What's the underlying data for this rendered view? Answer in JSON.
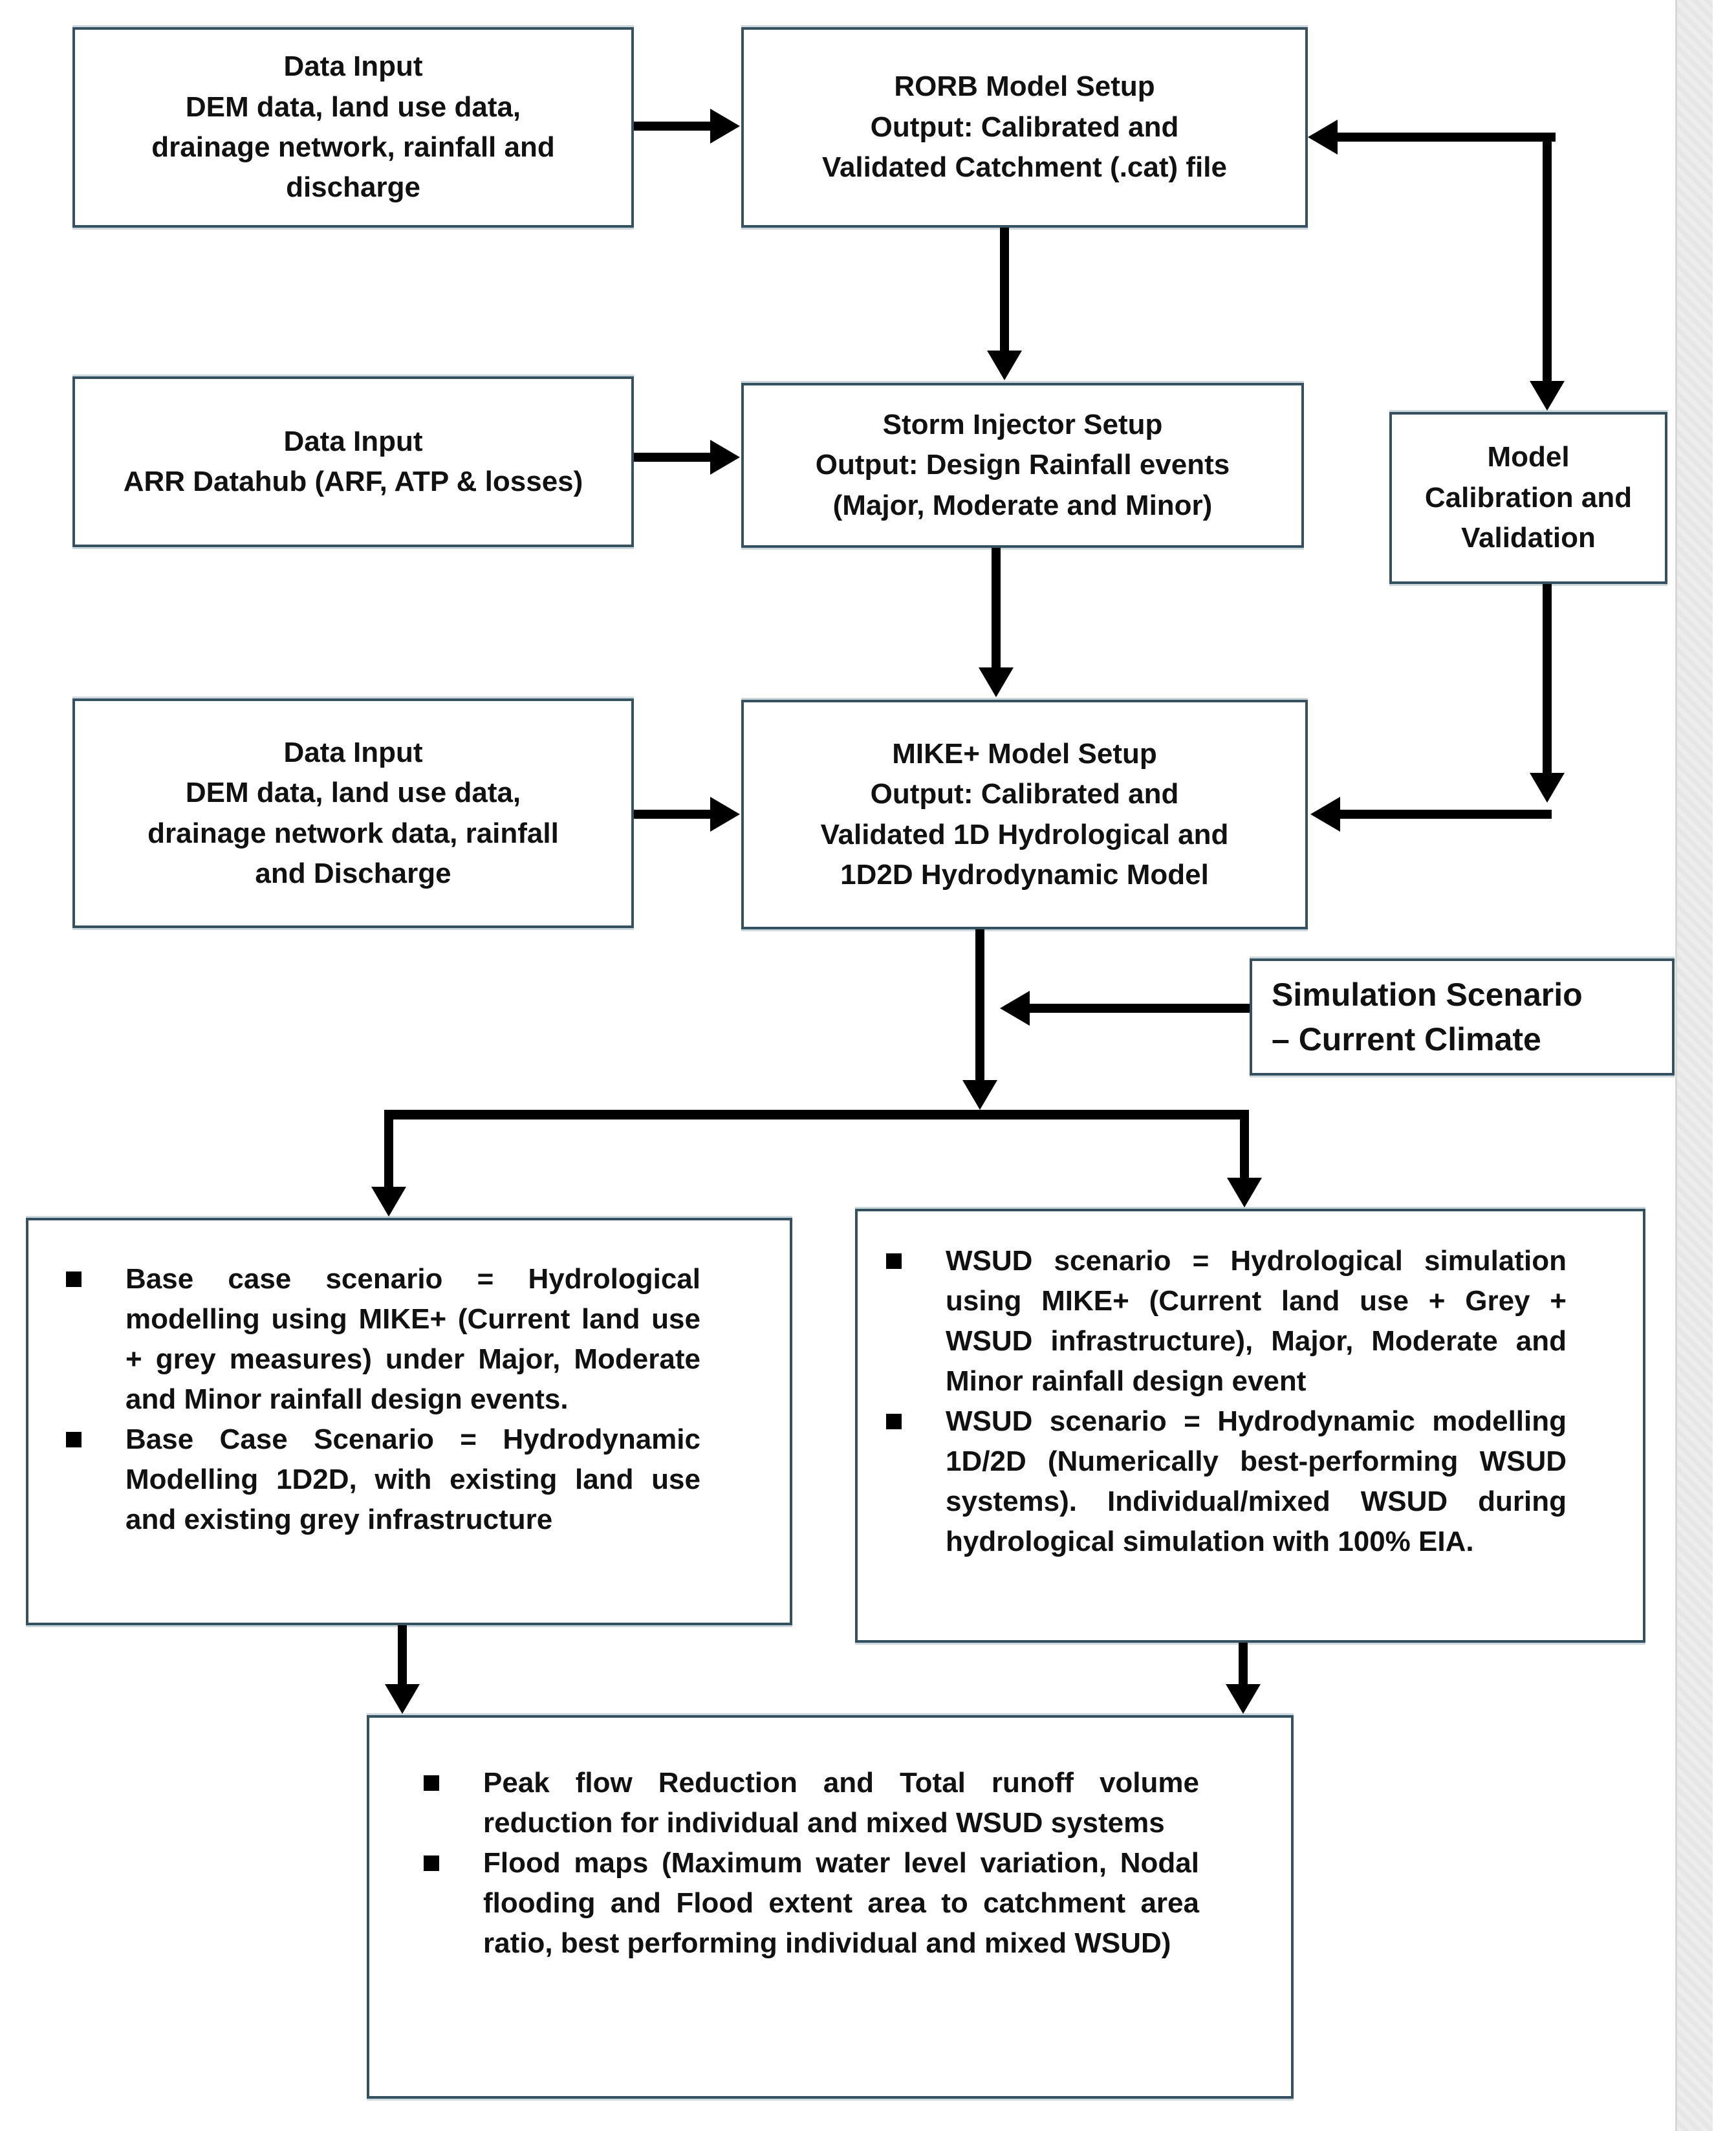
{
  "colors": {
    "background": "#ffffff",
    "box_border": "#35505e",
    "box_fill": "#ffffff",
    "connector": "#000000",
    "text": "#111111",
    "edge_strip": "#ececec"
  },
  "nodes": {
    "data_input_rorb": {
      "text": "Data Input\nDEM data, land use data,\ndrainage network, rainfall and\ndischarge"
    },
    "rorb": {
      "text": "RORB Model Setup\nOutput: Calibrated and\nValidated Catchment (.cat) file"
    },
    "data_input_arr": {
      "text": "Data Input\nARR Datahub (ARF, ATP & losses)"
    },
    "storm": {
      "text": "Storm Injector Setup\nOutput: Design Rainfall events\n(Major, Moderate and Minor)"
    },
    "model_calibration": {
      "text": "Model\nCalibration and\nValidation"
    },
    "data_input_mike": {
      "text": "Data Input\nDEM data, land use data,\ndrainage network data, rainfall\nand Discharge"
    },
    "mike": {
      "text": "MIKE+ Model Setup\nOutput: Calibrated and\nValidated 1D Hydrological and\n1D2D Hydrodynamic Model"
    },
    "simulation": {
      "text": "Simulation Scenario\n– Current Climate"
    },
    "base_case": {
      "bullets": [
        "Base case scenario = Hydrological modelling using MIKE+ (Current land use + grey measures) under Major, Moderate and Minor rainfall design events.",
        "Base Case Scenario = Hydrodynamic Modelling 1D2D, with existing land use and existing grey infrastructure"
      ]
    },
    "wsud": {
      "bullets": [
        "WSUD scenario = Hydrological simulation using MIKE+ (Current land use + Grey + WSUD infrastructure), Major, Moderate and Minor rainfall design event",
        "WSUD scenario = Hydrodynamic modelling 1D/2D (Numerically best-performing WSUD systems). Individual/mixed WSUD during hydrological simulation with 100% EIA."
      ]
    },
    "results": {
      "bullets": [
        "Peak flow Reduction and Total runoff volume reduction for individual and mixed WSUD systems",
        "Flood maps (Maximum water level variation, Nodal flooding and Flood extent area to catchment area ratio, best performing individual and mixed WSUD)"
      ]
    }
  },
  "edges": [
    {
      "from": "data_input_rorb",
      "to": "rorb"
    },
    {
      "from": "model_calibration",
      "to": "rorb"
    },
    {
      "from": "rorb",
      "to": "model_calibration"
    },
    {
      "from": "rorb",
      "to": "storm"
    },
    {
      "from": "data_input_arr",
      "to": "storm"
    },
    {
      "from": "storm",
      "to": "mike"
    },
    {
      "from": "model_calibration",
      "to": "mike"
    },
    {
      "from": "data_input_mike",
      "to": "mike"
    },
    {
      "from": "simulation",
      "to": "mike_branch"
    },
    {
      "from": "mike",
      "to": "base_case"
    },
    {
      "from": "mike",
      "to": "wsud"
    },
    {
      "from": "base_case",
      "to": "results"
    },
    {
      "from": "wsud",
      "to": "results"
    }
  ]
}
